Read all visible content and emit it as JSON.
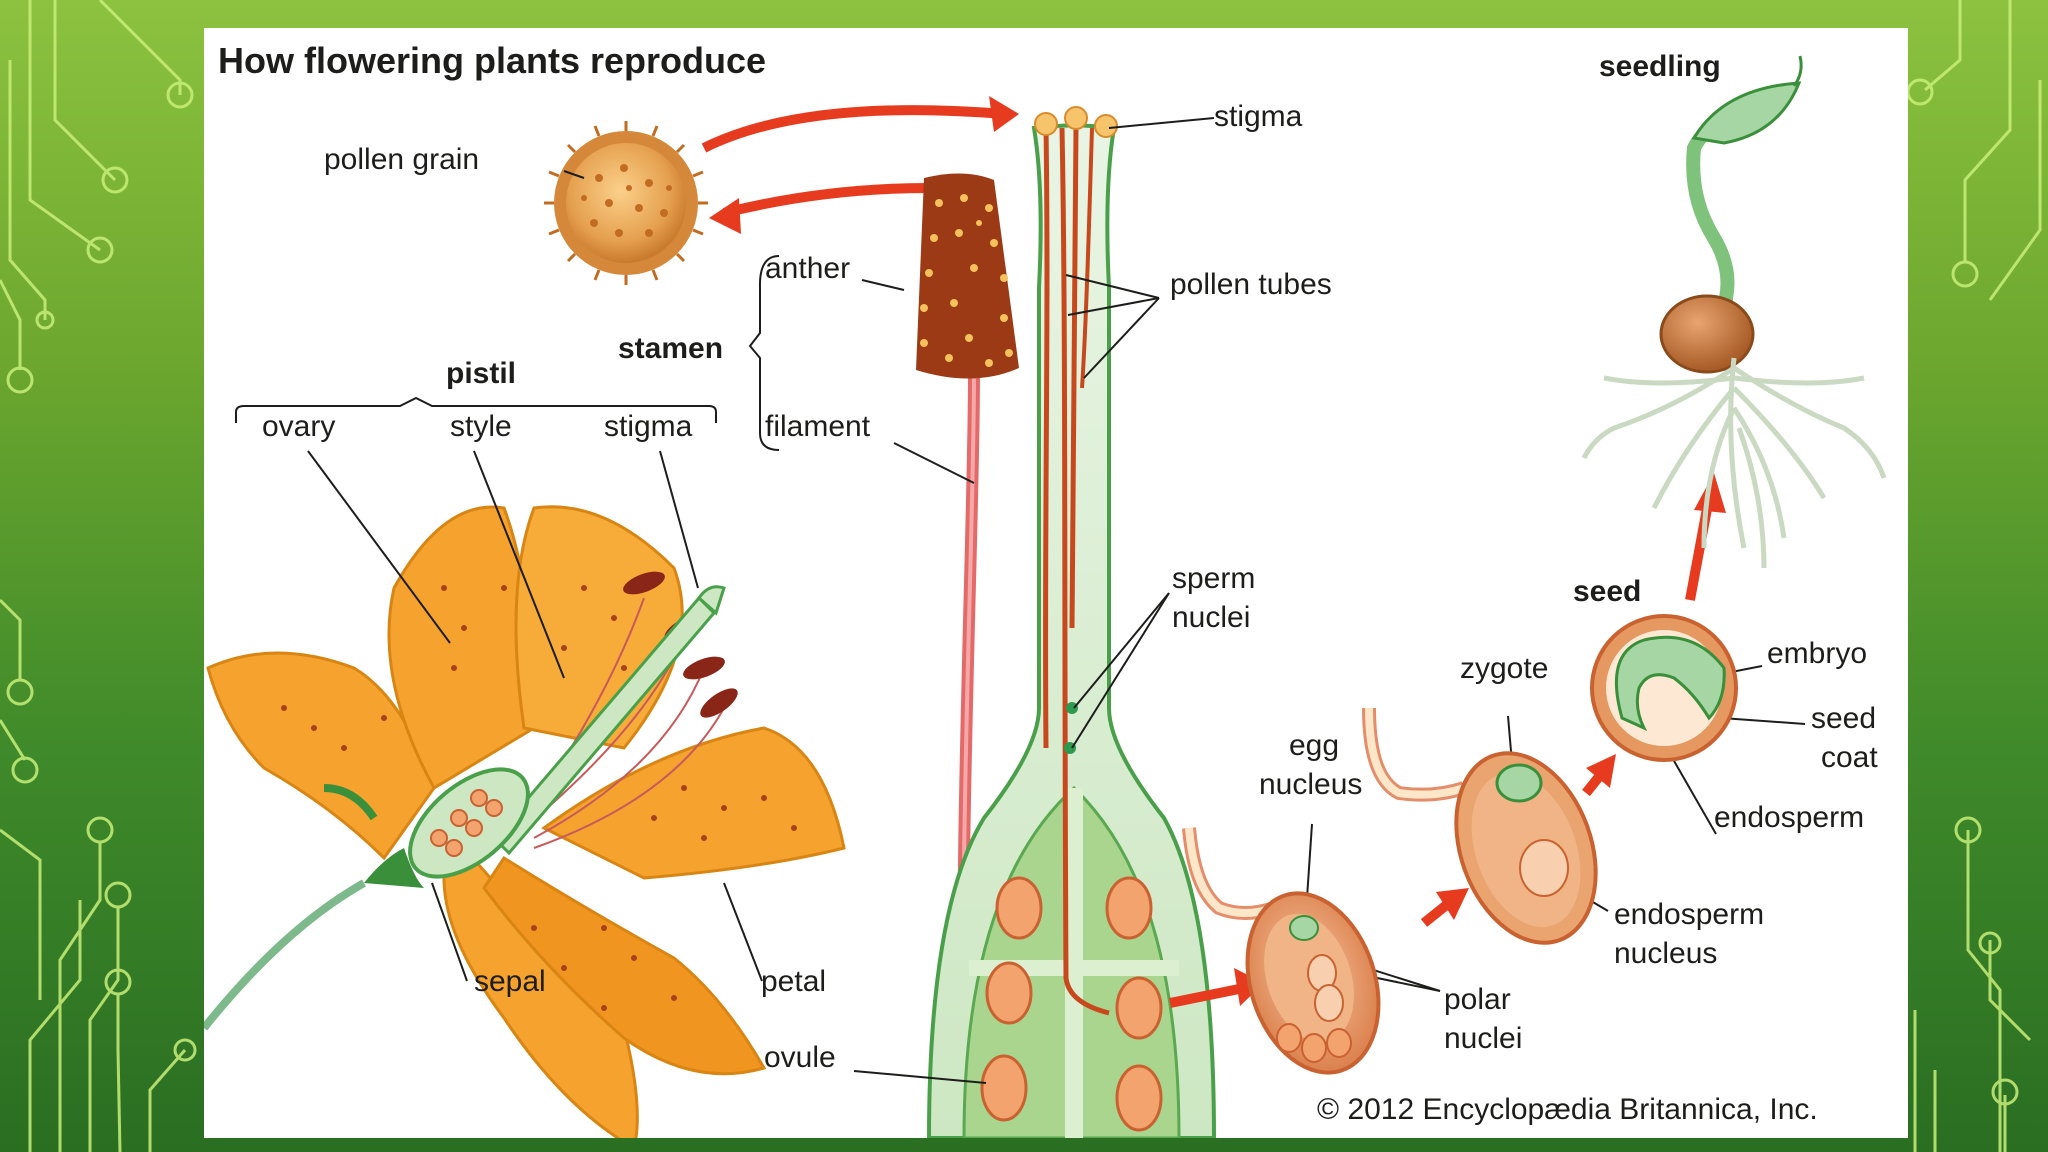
{
  "title": "How flowering plants reproduce",
  "labels": {
    "pollen_grain": "pollen grain",
    "stigma_top": "stigma",
    "anther": "anther",
    "stamen": "stamen",
    "filament": "filament",
    "pollen_tubes": "pollen tubes",
    "pistil": "pistil",
    "ovary": "ovary",
    "style": "style",
    "stigma": "stigma",
    "sepal": "sepal",
    "petal": "petal",
    "ovule": "ovule",
    "sperm_nuclei_1": "sperm",
    "sperm_nuclei_2": "nuclei",
    "egg_nucleus_1": "egg",
    "egg_nucleus_2": "nucleus",
    "polar_nuclei_1": "polar",
    "polar_nuclei_2": "nuclei",
    "zygote": "zygote",
    "endosperm_nucleus_1": "endosperm",
    "endosperm_nucleus_2": "nucleus",
    "seed": "seed",
    "embryo": "embryo",
    "seed_coat_1": "seed",
    "seed_coat_2": "coat",
    "endosperm": "endosperm",
    "seedling": "seedling"
  },
  "copyright": "© 2012 Encyclopædia Britannica, Inc.",
  "colors": {
    "background_top": "#8cc23f",
    "background_bottom": "#2a6e22",
    "circuit": "#c9ef7a",
    "arrow": "#e63b1f",
    "petal": "#f5a32e",
    "pistil_green": "#cfe9c8",
    "ovule": "#f2a36e"
  }
}
